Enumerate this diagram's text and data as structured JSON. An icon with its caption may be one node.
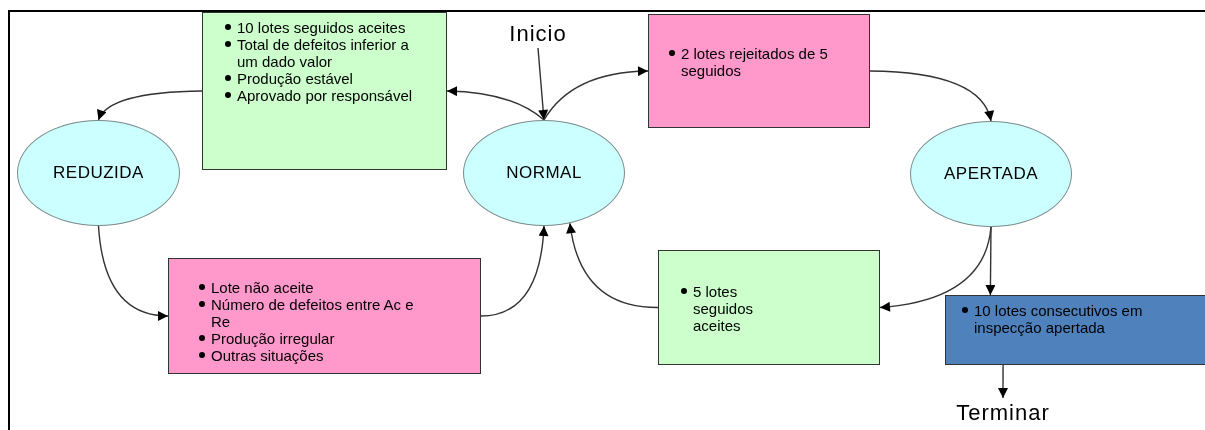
{
  "diagram": {
    "nodes": [
      {
        "text": [
          "10 lotes seguidos aceites",
          "Total de defeitos inferior a um dado valor",
          "Produção estável",
          "Aprovado por responsável"
        ]
      },
      {
        "text": [
          "Inicio"
        ]
      },
      {
        "text": [
          "2 lotes rejeitados de 5 seguidos"
        ]
      },
      {
        "text": [
          "REDUZIDA"
        ]
      },
      {
        "text": [
          "NORMAL"
        ]
      },
      {
        "text": [
          "APERTADA"
        ]
      },
      {
        "text": [
          "Lote não aceite",
          "Número de defeitos entre Ac e Re",
          "Produção irregular",
          "Outras situações"
        ]
      },
      {
        "text": [
          "5 lotes seguidos aceites"
        ]
      },
      {
        "text": [
          "10 lotes consecutivos em inspecção apertada"
        ]
      },
      {
        "text": [
          "Terminar"
        ]
      }
    ],
    "edges": [
      {
        "from": 1,
        "to": 4,
        "arrow": "to"
      },
      {
        "from": 4,
        "to": 0,
        "arrow": "to"
      },
      {
        "from": 0,
        "to": 3,
        "arrow": "to"
      },
      {
        "from": 4,
        "to": 2,
        "arrow": "to"
      },
      {
        "from": 2,
        "to": 5,
        "arrow": "to"
      },
      {
        "from": 3,
        "to": 6,
        "arrow": "to"
      },
      {
        "from": 6,
        "to": 4,
        "arrow": "to"
      },
      {
        "from": 7,
        "to": 4,
        "arrow": "to"
      },
      {
        "from": 5,
        "to": 7,
        "arrow": "to"
      },
      {
        "from": 5,
        "to": 8,
        "arrow": "to"
      },
      {
        "from": 8,
        "to": 9,
        "arrow": "to"
      }
    ]
  }
}
